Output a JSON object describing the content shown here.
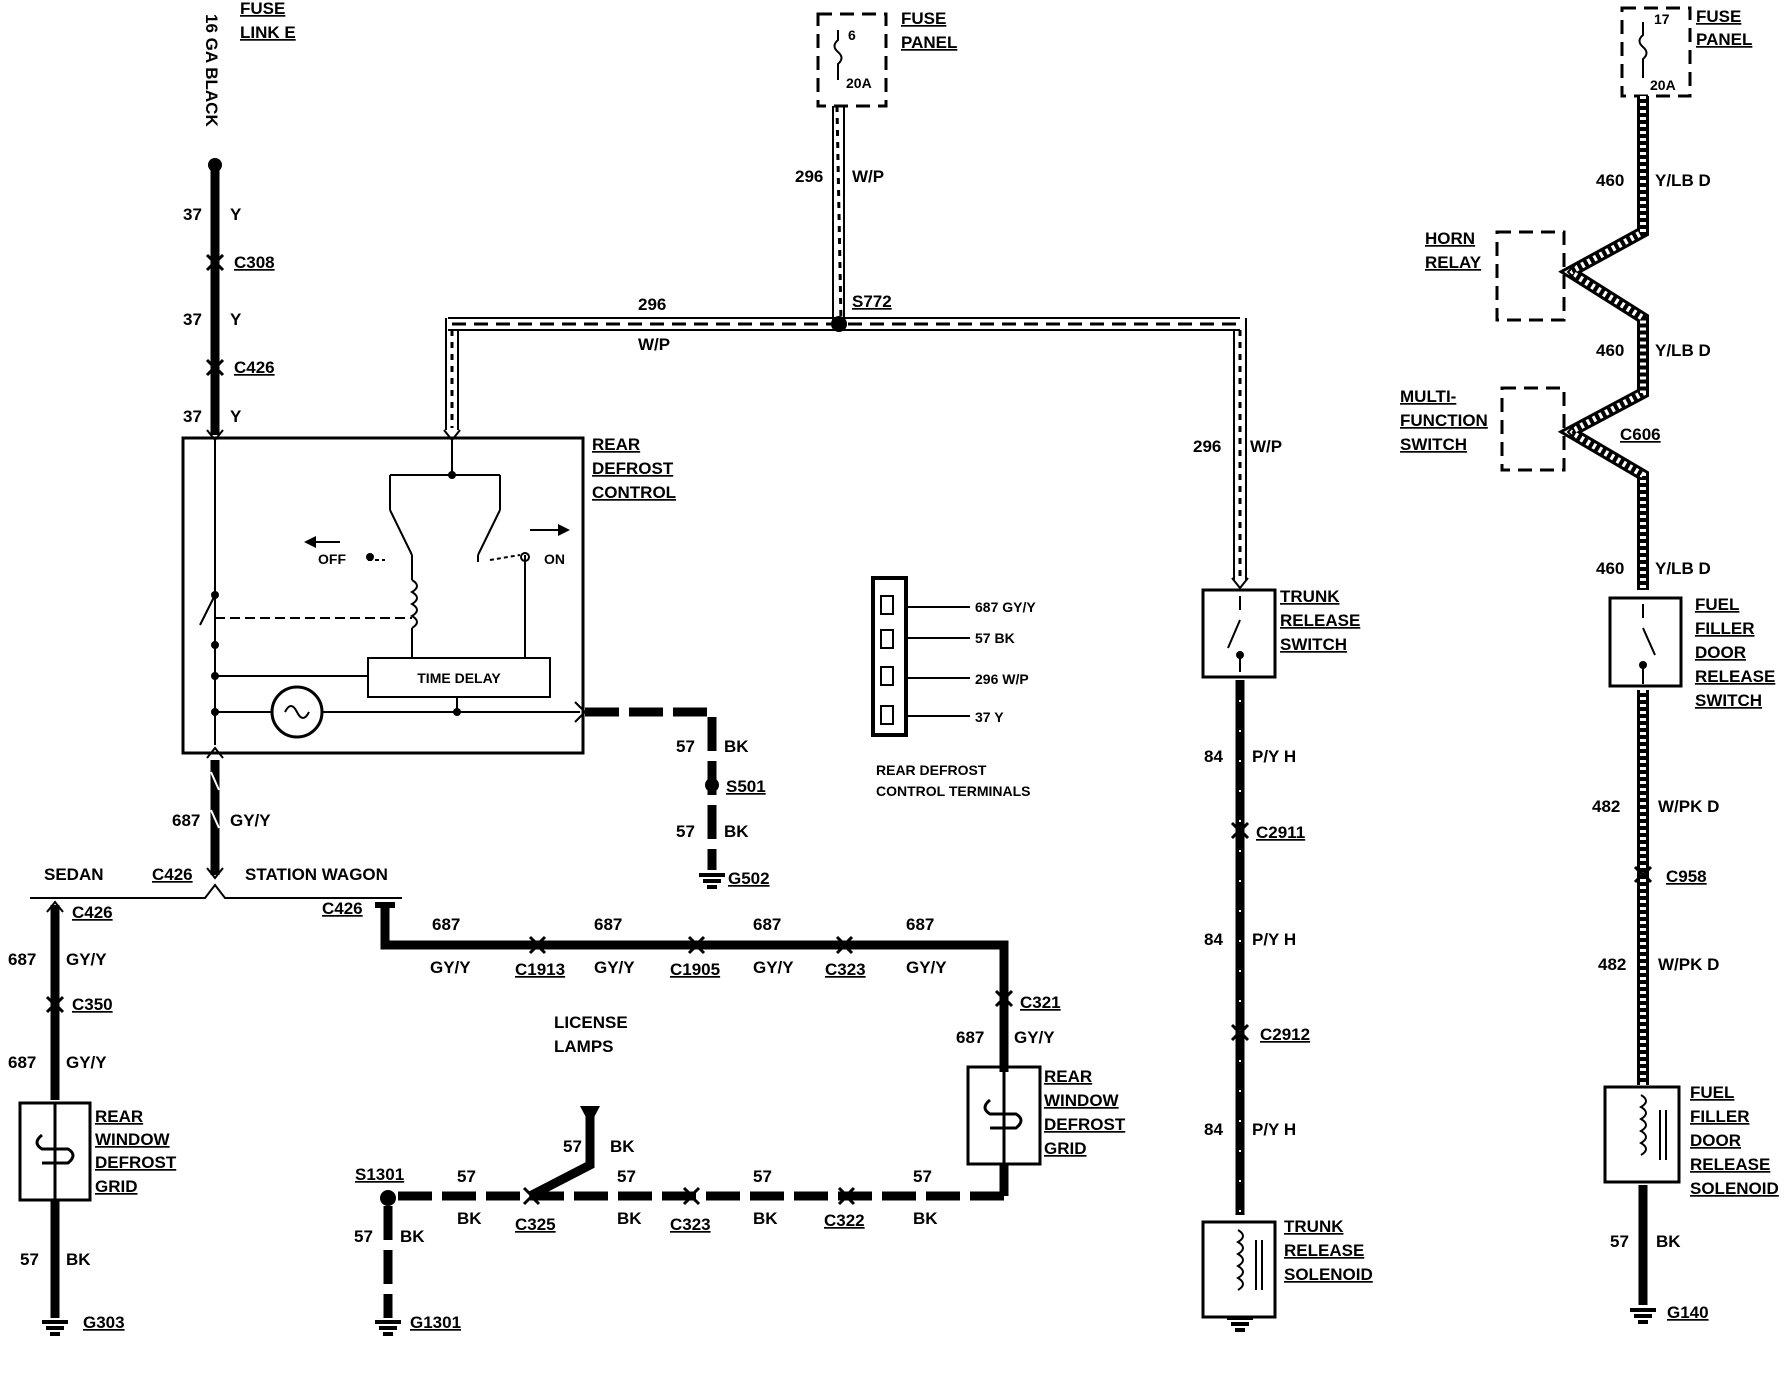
{
  "left_feed": {
    "fuse_link": [
      "FUSE",
      "LINK E"
    ],
    "gauge": "16 GA BLACK",
    "wire_37": "37",
    "color_y": "Y",
    "c308": "C308",
    "c426": "C426"
  },
  "fuse_panel_6": {
    "number": "6",
    "amps": "20A",
    "label": [
      "FUSE",
      "PANEL"
    ]
  },
  "fuse_panel_17": {
    "number": "17",
    "amps": "20A",
    "label": [
      "FUSE",
      "PANEL"
    ]
  },
  "circuit_296": {
    "number": "296",
    "color": "W/P",
    "splice": "S772"
  },
  "rear_defrost_control": {
    "label": [
      "REAR",
      "DEFROST",
      "CONTROL"
    ],
    "off": "OFF",
    "on": "ON",
    "time_delay": "TIME DELAY"
  },
  "ground_g502": {
    "wire": "57",
    "color": "BK",
    "splice": "S501",
    "ground": "G502"
  },
  "terminals": {
    "rows": [
      "687 GY/Y",
      "57 BK",
      "296 W/P",
      "37 Y"
    ],
    "caption": [
      "REAR DEFROST",
      "CONTROL TERMINALS"
    ]
  },
  "harness_687": {
    "wire": "687",
    "color": "GY/Y",
    "c426": "C426",
    "sedan": "SEDAN",
    "station_wagon": "STATION WAGON"
  },
  "sedan_branch": {
    "c426": "C426",
    "c350": "C350",
    "wire_687": "687",
    "color_gyy": "GY/Y",
    "grid_label": [
      "REAR",
      "WINDOW",
      "DEFROST",
      "GRID"
    ],
    "wire_57": "57",
    "color_bk": "BK",
    "ground": "G303"
  },
  "wagon_branch": {
    "c426": "C426",
    "connectors": [
      "C1913",
      "C1905",
      "C323"
    ],
    "c321": "C321",
    "grid_label": [
      "REAR",
      "WINDOW",
      "DEFROST",
      "GRID"
    ],
    "license_lamps": [
      "LICENSE",
      "LAMPS"
    ],
    "s1301": "S1301",
    "c325": "C325",
    "c323": "C323",
    "c322": "C322",
    "ground": "G1301",
    "wire_687": "687",
    "color_gyy": "GY/Y",
    "wire_57": "57",
    "color_bk": "BK"
  },
  "trunk": {
    "switch_label": [
      "TRUNK",
      "RELEASE",
      "SWITCH"
    ],
    "wire": "84",
    "color": "P/Y H",
    "c2911": "C2911",
    "c2912": "C2912",
    "solenoid_label": [
      "TRUNK",
      "RELEASE",
      "SOLENOID"
    ]
  },
  "fuel_door": {
    "wire_460": "460",
    "color_460": "Y/LB D",
    "horn_relay": [
      "HORN",
      "RELAY"
    ],
    "multifunction": [
      "MULTI-",
      "FUNCTION",
      "SWITCH"
    ],
    "c606": "C606",
    "switch_label": [
      "FUEL",
      "FILLER",
      "DOOR",
      "RELEASE",
      "SWITCH"
    ],
    "wire_482": "482",
    "color_482": "W/PK D",
    "c958": "C958",
    "solenoid_label": [
      "FUEL",
      "FILLER",
      "DOOR",
      "RELEASE",
      "SOLENOID"
    ],
    "wire_57": "57",
    "color_bk": "BK",
    "ground": "G140"
  }
}
